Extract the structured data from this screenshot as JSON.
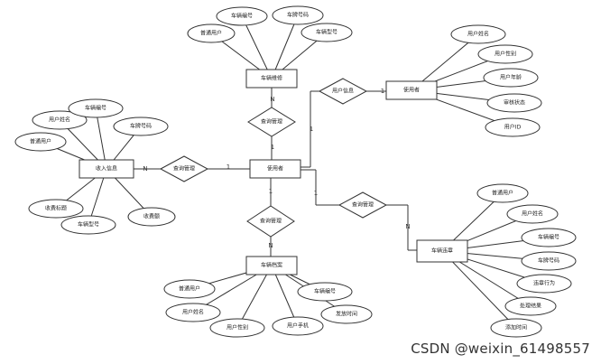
{
  "entities": {
    "vehicle_repair": "车辆维修",
    "user_info": "使用者",
    "user": "使用者",
    "income": "收入信息",
    "archive": "车辆档案",
    "violation": "车辆违章"
  },
  "relationships": {
    "query_manage_top": "查询管理",
    "user_info_rel": "用户信息",
    "query_manage_left": "查询管理",
    "query_manage_right": "查询管理",
    "query_manage_bottom": "查询管理"
  },
  "attributes": {
    "repair": [
      "普通用户",
      "车辆编号",
      "车牌号码",
      "车辆型号"
    ],
    "user_info": [
      "用户姓名",
      "用户性别",
      "用户年龄",
      "审核状态",
      "用户ID"
    ],
    "income": [
      "普通用户",
      "用户姓名",
      "车辆编号",
      "车牌号码",
      "收费标题",
      "车辆型号",
      "收费额"
    ],
    "archive": [
      "普通用户",
      "车辆编号",
      "用户姓名",
      "发放时间",
      "用户性别",
      "用户手机"
    ],
    "violation": [
      "普通用户",
      "用户姓名",
      "车辆编号",
      "车牌号码",
      "违章行为",
      "处理结果",
      "添加时间"
    ]
  },
  "cardinality": {
    "one": "1",
    "n": "N"
  },
  "watermark": "CSDN @weixin_61498557"
}
